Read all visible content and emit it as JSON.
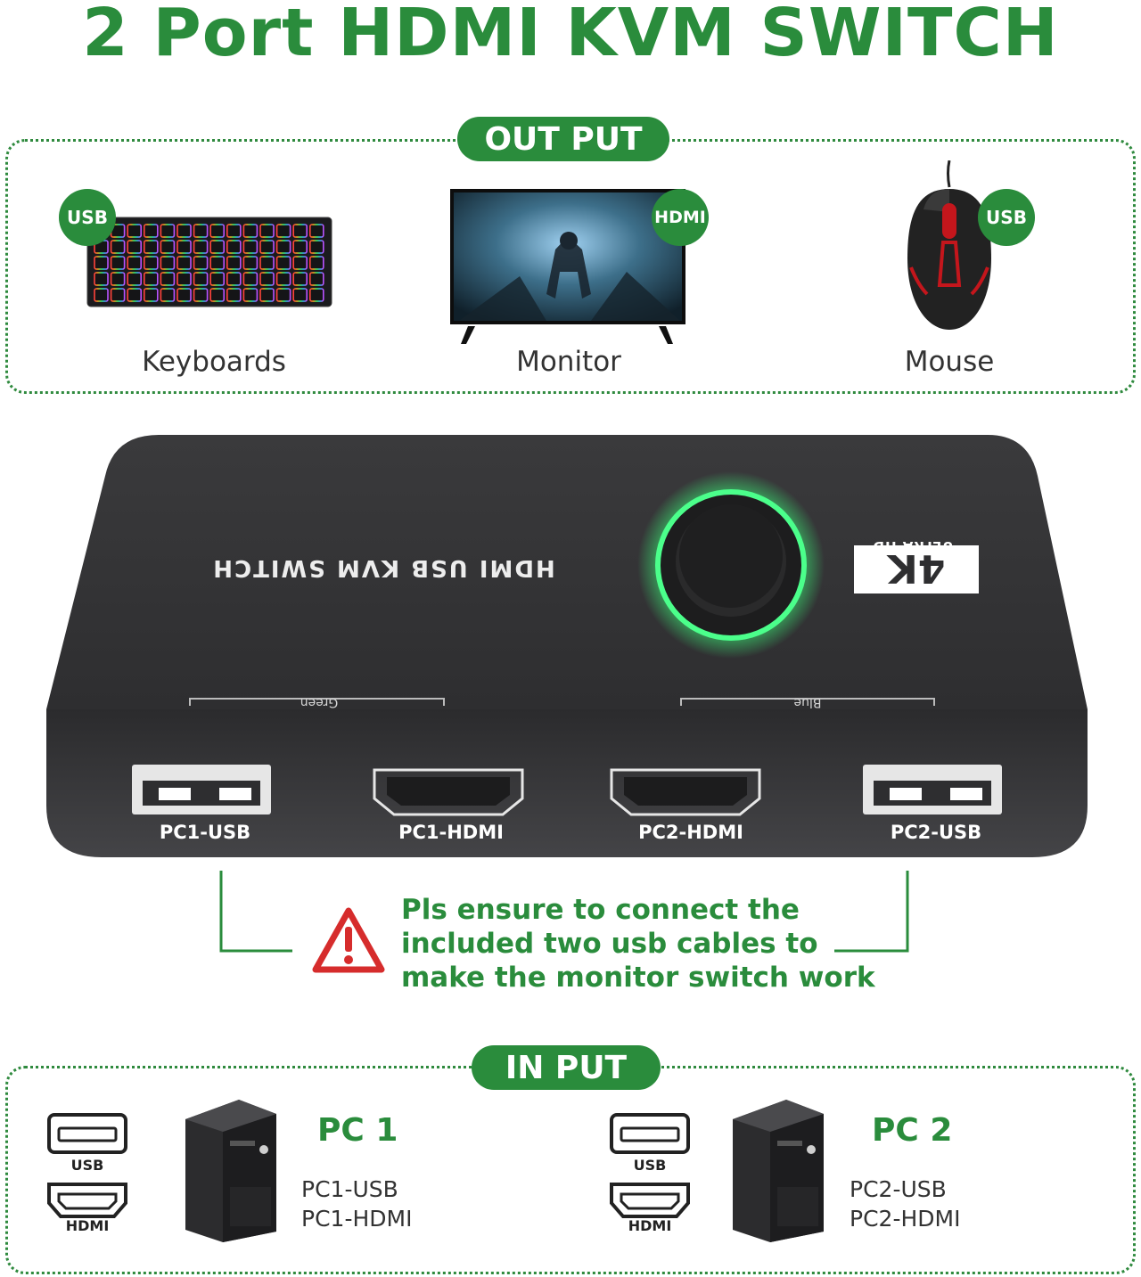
{
  "title": "2 Port HDMI KVM SWITCH",
  "output": {
    "label": "OUT PUT",
    "devices": [
      {
        "name": "Keyboards",
        "badge": "USB"
      },
      {
        "name": "Monitor",
        "badge": "HDMI"
      },
      {
        "name": "Mouse",
        "badge": "USB"
      }
    ]
  },
  "device": {
    "top_text": "HDMI USB KVM SWITCH",
    "logo_4k": "4K",
    "logo_ultrahd": "ULTRA HD",
    "group_left": "Green",
    "group_right": "Blue",
    "ports": [
      "PC1-USB",
      "PC1-HDMI",
      "PC2-HDMI",
      "PC2-USB"
    ]
  },
  "note": {
    "lines": [
      "Pls ensure to connect the",
      "included two usb cables to",
      "make the monitor switch work"
    ]
  },
  "input": {
    "label": "IN PUT",
    "pcs": [
      {
        "name": "PC 1",
        "usb_icon": "USB",
        "hdmi_icon": "HDMI",
        "ports": [
          "PC1-USB",
          "PC1-HDMI"
        ]
      },
      {
        "name": "PC 2",
        "usb_icon": "USB",
        "hdmi_icon": "HDMI",
        "ports": [
          "PC2-USB",
          "PC2-HDMI"
        ]
      }
    ]
  },
  "colors": {
    "accent": "#2a8c3c",
    "warning": "#d62c2c",
    "device_body": "#3b3b3d"
  }
}
